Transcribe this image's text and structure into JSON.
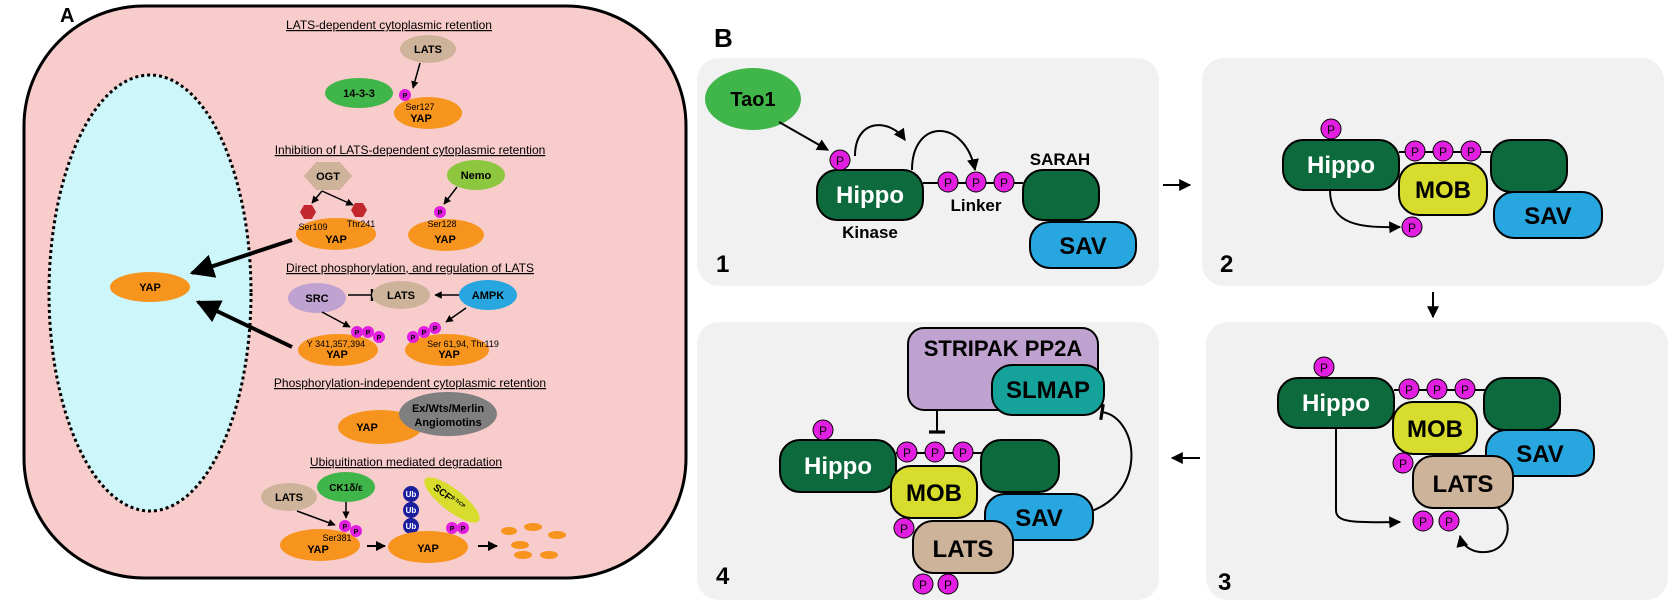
{
  "panel_a": {
    "label": "A",
    "nucleus_yap": "YAP",
    "s1": {
      "heading": "LATS-dependent cytoplasmic retention",
      "lats": "LATS",
      "f1433": "14-3-3",
      "p": "P",
      "site": "Ser127",
      "yap": "YAP"
    },
    "s2": {
      "heading": "Inhibition of LATS-dependent cytoplasmic retention",
      "ogt": "OGT",
      "site1": "Ser109",
      "site2": "Thr241",
      "yap1": "YAP",
      "nemo": "Nemo",
      "p": "P",
      "site3": "Ser128",
      "yap2": "YAP"
    },
    "s3": {
      "heading": "Direct phosphorylation, and regulation of LATS",
      "src": "SRC",
      "lats": "LATS",
      "ampk": "AMPK",
      "p": "P",
      "site1": "Y 341,357,394",
      "yap1": "YAP",
      "site2": "Ser 61,94, Thr119",
      "yap2": "YAP"
    },
    "s4": {
      "heading": "Phosphorylation-independent cytoplasmic retention",
      "yap": "YAP",
      "partner1": "Ex/Wts/Merlin",
      "partner2": "Angiomotins"
    },
    "s5": {
      "heading": "Ubiquitination mediated degradation",
      "ck": "CK1δ/ε",
      "lats": "LATS",
      "p": "P",
      "site": "Ser381",
      "yap1": "YAP",
      "ub": "Ub",
      "scf": "SCF",
      "scf_sup": "β-TrCP",
      "yap2": "YAP"
    }
  },
  "panel_b": {
    "label": "B",
    "p": "P",
    "step1": {
      "num": "1",
      "tao1": "Tao1",
      "hippo": "Hippo",
      "kinase": "Kinase",
      "linker": "Linker",
      "sarah": "SARAH",
      "sav": "SAV"
    },
    "step2": {
      "num": "2",
      "hippo": "Hippo",
      "mob": "MOB",
      "sav": "SAV"
    },
    "step3": {
      "num": "3",
      "hippo": "Hippo",
      "mob": "MOB",
      "sav": "SAV",
      "lats": "LATS"
    },
    "step4": {
      "num": "4",
      "stripak": "STRIPAK PP2A",
      "slmap": "SLMAP",
      "hippo": "Hippo",
      "mob": "MOB",
      "sav": "SAV",
      "lats": "LATS"
    }
  },
  "colors": {
    "cell_fill": "#f9cccc",
    "nucleus_fill": "#ccf6fa",
    "yap_orange": "#f7941d",
    "lats_tan": "#cdb39a",
    "phospho_magenta": "#e21fe0",
    "hippo_green": "#0c6a3c",
    "sav_blue": "#27a6df",
    "mob_yellow": "#d7dc2d",
    "tao1_green": "#40b549",
    "stripak_purple": "#bfa2cf",
    "slmap_teal": "#14a29a",
    "step_bg": "#f1f1f1"
  },
  "icons": [
    "arrow-icon",
    "inhibit-bar-icon",
    "phospho-circle-icon",
    "glcnac-hexagon-icon",
    "ubiquitin-icon"
  ]
}
